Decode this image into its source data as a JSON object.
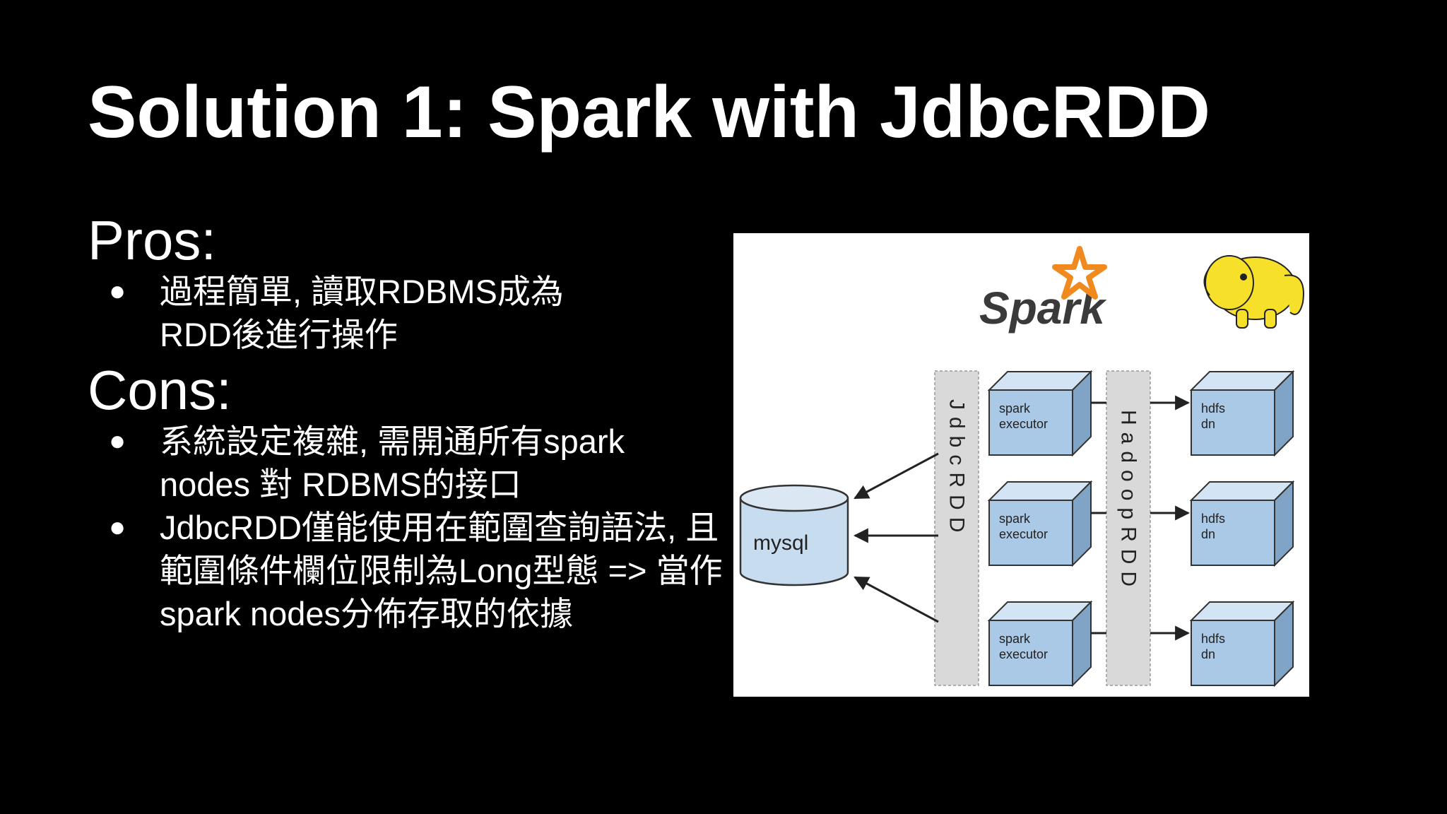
{
  "title": "Solution 1: Spark with JdbcRDD",
  "pros": {
    "heading": "Pros:",
    "items": [
      "過程簡單, 讀取RDBMS成為RDD後進行操作"
    ]
  },
  "cons": {
    "heading": "Cons:",
    "items": [
      "系統設定複雜, 需開通所有spark nodes 對 RDBMS的接口",
      "JdbcRDD僅能使用在範圍查詢語法, 且範圍條件欄位限制為Long型態 => 當作spark nodes分佈存取的依據"
    ]
  },
  "bullet_glyph": "●",
  "diagram": {
    "spark_logo": "Spark",
    "hadoop_logo_icon": "hadoop-elephant-icon",
    "db_label": "mysql",
    "jdbc_label": "JdbcRDD",
    "hadoop_label": "HadoopRDD",
    "executors": [
      {
        "line1": "spark",
        "line2": "executor"
      },
      {
        "line1": "spark",
        "line2": "executor"
      },
      {
        "line1": "spark",
        "line2": "executor"
      }
    ],
    "datanodes": [
      {
        "line1": "hdfs",
        "line2": "dn"
      },
      {
        "line1": "hdfs",
        "line2": "dn"
      },
      {
        "line1": "hdfs",
        "line2": "dn"
      }
    ],
    "colors": {
      "box_front": "#a9c9e6",
      "box_top": "#d3e5f4",
      "box_side": "#7fa4c6",
      "spark_orange": "#f08a1e",
      "hadoop_yellow": "#f7e02a",
      "column_fill": "#d9d9d9"
    }
  }
}
